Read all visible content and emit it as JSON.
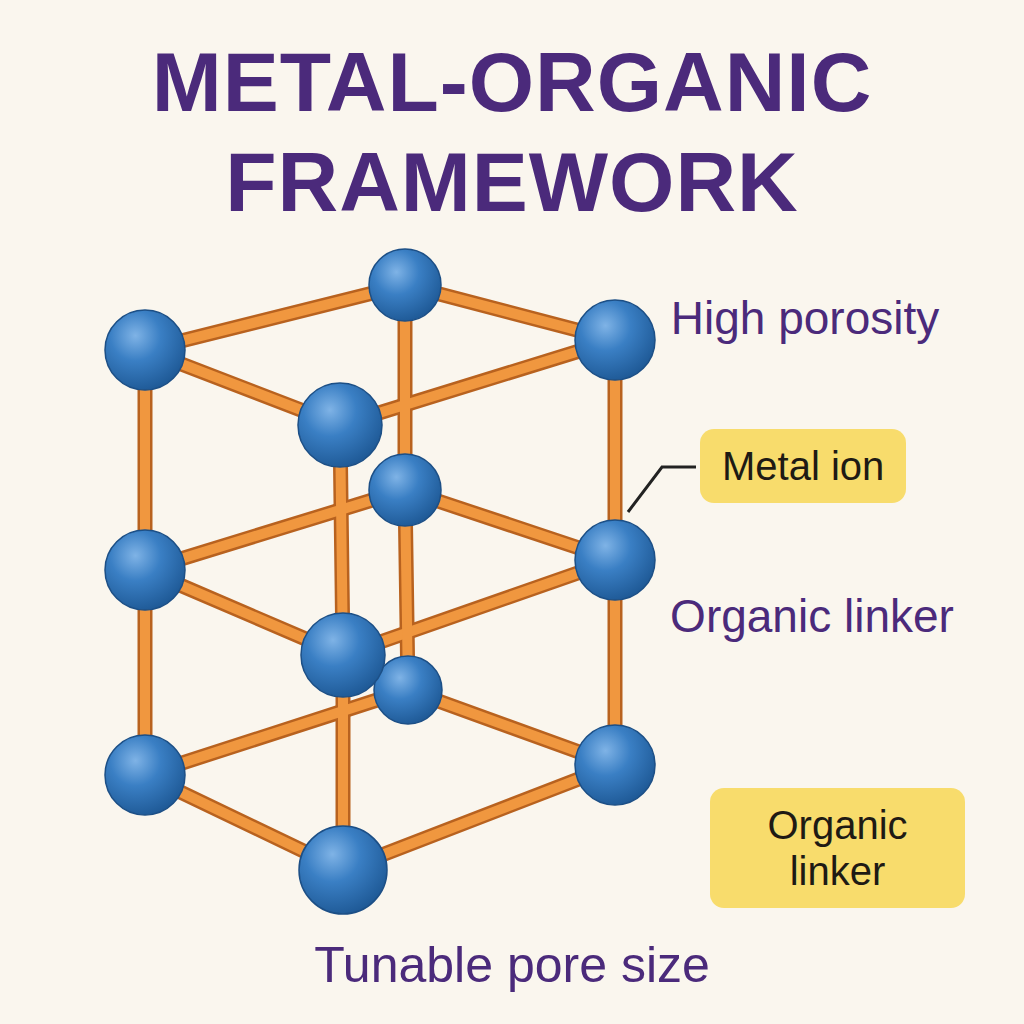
{
  "diagram": {
    "title": "METAL-ORGANIC FRAMEWORK",
    "nodes": [
      {
        "text": [
          "Metal ion"
        ]
      },
      {
        "text": [
          "Organic linker"
        ]
      }
    ],
    "labels": [
      "High porosity",
      "Organic linker",
      "Tunable pore size"
    ]
  }
}
